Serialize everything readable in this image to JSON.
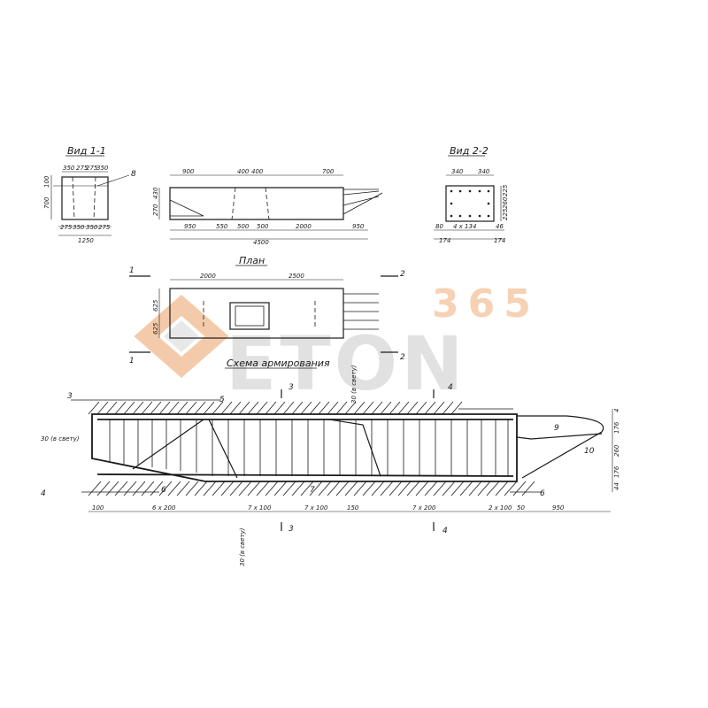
{
  "views": {
    "view11": {
      "title": "Вид 1-1",
      "dims_top": [
        "350",
        "275",
        "275",
        "350"
      ],
      "dims_bottom": [
        "275",
        "350",
        "350",
        "275"
      ],
      "total": "1250",
      "left_dims": [
        "100",
        "700"
      ],
      "mark": "8"
    },
    "elevation": {
      "top_dims": [
        "900",
        "400",
        "400",
        "700"
      ],
      "left_dims": [
        "270",
        "430"
      ],
      "bottom_dims": [
        "950",
        "550",
        "500",
        "500",
        "2000",
        "950"
      ],
      "total": "4500"
    },
    "view22": {
      "title": "Вид 2-2",
      "top_dims": [
        "340",
        "340"
      ],
      "right_dims": [
        "225",
        "260",
        "225"
      ],
      "bottom_dims": [
        "80",
        "4 x 134",
        "46"
      ],
      "bottom_dims2": [
        "174",
        "174"
      ]
    },
    "plan": {
      "title": "План",
      "top_dims": [
        "2000",
        "2500"
      ],
      "left_dims": [
        "625",
        "625"
      ],
      "section_marks": [
        "1",
        "1",
        "2",
        "2"
      ]
    },
    "scheme": {
      "title": "Схема армирования",
      "marks": [
        "3",
        "5",
        "3",
        "4",
        "9",
        "10",
        "6",
        "7",
        "6",
        "4",
        "3",
        "4"
      ],
      "clear_note": "30 (в свету)",
      "bottom_dims": [
        "100",
        "6 x 200",
        "7 x 100",
        "7 x 100",
        "150",
        "7 x 200",
        "2 x 100",
        "50",
        "950"
      ],
      "right_dims": [
        "4",
        "176",
        "260",
        "176",
        "44"
      ]
    }
  },
  "watermark": {
    "number": "365",
    "word": "ETON",
    "number_color": "#f5c9a6",
    "word_color": "#d9d9d9",
    "logo_color": "#f5c9a6"
  }
}
